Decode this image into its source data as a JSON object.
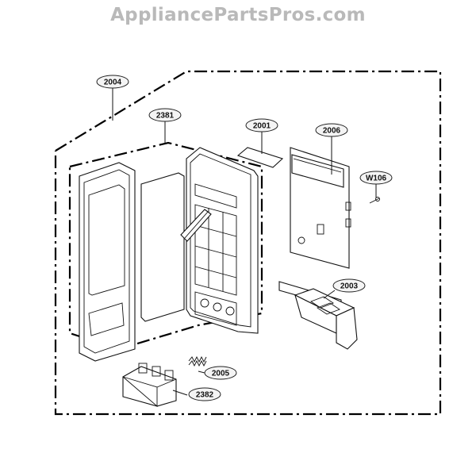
{
  "watermark": "AppliancePartsPros.com",
  "callouts": [
    {
      "id": "2004"
    },
    {
      "id": "2381"
    },
    {
      "id": "2001"
    },
    {
      "id": "2006"
    },
    {
      "id": "W106"
    },
    {
      "id": "2003"
    },
    {
      "id": "2005"
    },
    {
      "id": "2382"
    }
  ]
}
